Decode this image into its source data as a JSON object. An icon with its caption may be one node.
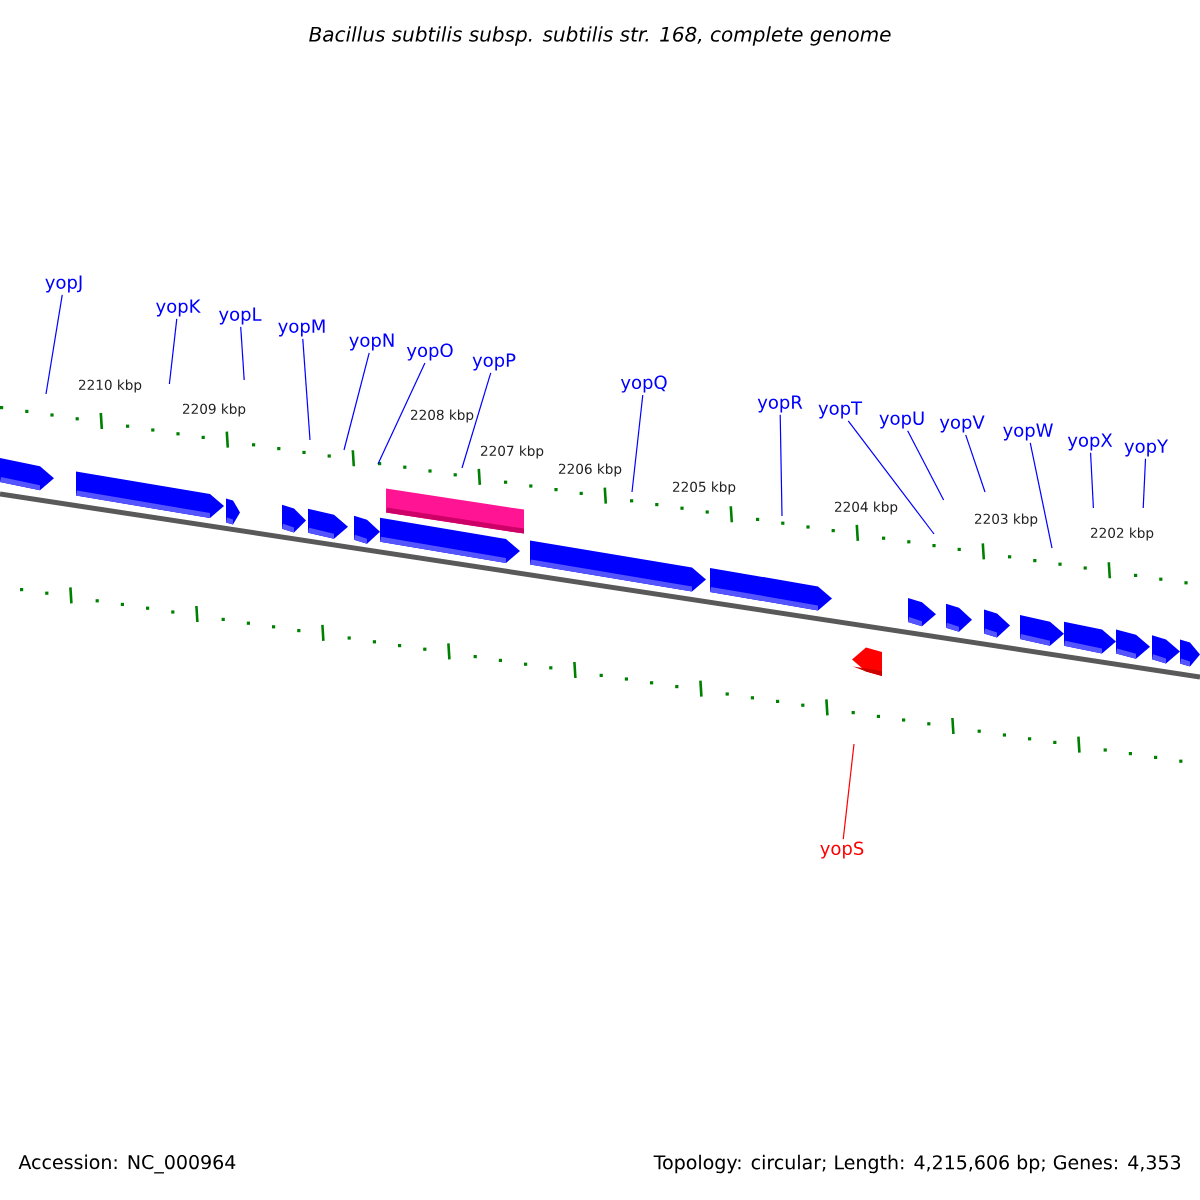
{
  "diagram": {
    "title": "Bacillus subtilis subsp. subtilis str. 168, complete genome",
    "nodes": [
      {
        "text": [
          "yopJ"
        ]
      },
      {
        "text": [
          "yopK"
        ]
      },
      {
        "text": [
          "yopL"
        ]
      },
      {
        "text": [
          "yopM"
        ]
      },
      {
        "text": [
          "yopN"
        ]
      },
      {
        "text": [
          "yopO"
        ]
      },
      {
        "text": [
          "yopP"
        ]
      },
      {
        "text": [
          "yopQ"
        ]
      },
      {
        "text": [
          "yopR"
        ]
      },
      {
        "text": [
          "yopT"
        ]
      },
      {
        "text": [
          "yopU"
        ]
      },
      {
        "text": [
          "yopV"
        ]
      },
      {
        "text": [
          "yopW"
        ]
      },
      {
        "text": [
          "yopX"
        ]
      },
      {
        "text": [
          "yopY"
        ]
      },
      {
        "text": [
          "yopS"
        ]
      }
    ],
    "edges": [
      {
        "from": 0,
        "to": null,
        "arrow": "none"
      },
      {
        "from": 1,
        "to": null,
        "arrow": "none"
      },
      {
        "from": 2,
        "to": null,
        "arrow": "none"
      },
      {
        "from": 3,
        "to": null,
        "arrow": "none"
      },
      {
        "from": 4,
        "to": null,
        "arrow": "none"
      },
      {
        "from": 5,
        "to": null,
        "arrow": "none"
      },
      {
        "from": 6,
        "to": null,
        "arrow": "none"
      },
      {
        "from": 7,
        "to": null,
        "arrow": "none"
      },
      {
        "from": 8,
        "to": null,
        "arrow": "none"
      },
      {
        "from": 9,
        "to": null,
        "arrow": "none"
      },
      {
        "from": 10,
        "to": null,
        "arrow": "none"
      },
      {
        "from": 11,
        "to": null,
        "arrow": "none"
      },
      {
        "from": 12,
        "to": null,
        "arrow": "none"
      },
      {
        "from": 13,
        "to": null,
        "arrow": "none"
      },
      {
        "from": 14,
        "to": null,
        "arrow": "none"
      },
      {
        "from": 15,
        "to": null,
        "arrow": "none",
        "color": "#ff0000"
      }
    ],
    "labels": [
      "2210 kbp",
      "2209 kbp",
      "2208 kbp",
      "2207 kbp",
      "2206 kbp",
      "2205 kbp",
      "2204 kbp",
      "2203 kbp",
      "2202 kbp",
      "Accession: NC_000964",
      "Topology: circular; Length: 4,215,606 bp; Genes: 4,353"
    ]
  }
}
